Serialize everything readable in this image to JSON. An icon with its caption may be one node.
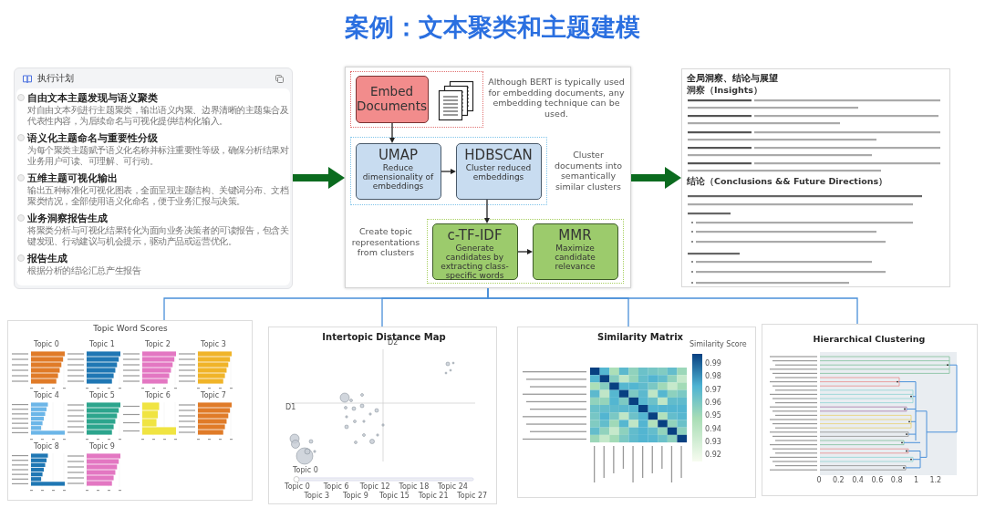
{
  "diagram": {
    "title": "案例：文本聚类和主题建模",
    "nodes": [
      {
        "text": [
          "执行计划"
        ]
      },
      {
        "text": [
          "自由文本主题发现与语义聚类",
          "对自由文本列进行主题聚类，输出语义内聚、边界清晰的主题集合及代表性内容，为后续命名与可视化提供结构化输入。"
        ],
        "in": 0
      },
      {
        "text": [
          "语义化主题命名与重要性分级",
          "为每个聚类主题赋予语义化名称并标注重要性等级，确保分析结果对业务用户可读、可理解、可行动。"
        ],
        "in": 0
      },
      {
        "text": [
          "五维主题可视化输出",
          "输出五种标准化可视化图表，全面呈现主题结构、关键词分布、文档聚类情况，全部使用语义化命名，便于业务汇报与决策。"
        ],
        "in": 0
      },
      {
        "text": [
          "业务洞察报告生成",
          "将聚类分析与可视化结果转化为面向业务决策者的可读报告，包含关键发现、行动建议与机会提示，驱动产品或运营优化。"
        ],
        "in": 0
      },
      {
        "text": [
          "报告生成",
          "根据分析的结论汇总产生报告"
        ],
        "in": 0
      },
      {
        "text": [],
        "shape": "box"
      },
      {
        "text": [],
        "shape": "box",
        "in": 6,
        "beside": [
          "Although BERT is typically used for embedding documents, any embedding technique can be used."
        ]
      },
      {
        "text": [
          "Embed Documents"
        ],
        "in": 7
      },
      {
        "text": [],
        "shape": "box",
        "in": 6,
        "beside": [
          "Cluster documents into semantically similar clusters"
        ]
      },
      {
        "text": [
          "UMAP",
          "Reduce dimensionality of embeddings"
        ],
        "in": 9
      },
      {
        "text": [
          "HDBSCAN",
          "Cluster reduced embeddings"
        ],
        "in": 9
      },
      {
        "text": [],
        "shape": "box",
        "in": 6,
        "beside": [
          "Create topic representations from clusters"
        ]
      },
      {
        "text": [
          "c-TF-IDF",
          "Generate candidates by extracting class-specific words"
        ],
        "in": 12
      },
      {
        "text": [
          "MMR",
          "Maximize candidate relevance"
        ],
        "in": 12
      },
      {
        "text": [
          "全局洞察、结论与展望",
          "洞察（Insights）",
          "结论（Conclusions && Future Directions）"
        ]
      },
      {
        "text": [
          "Topic Word Scores"
        ]
      },
      {
        "text": [
          "Intertopic Distance Map"
        ]
      },
      {
        "text": [
          "Similarity Matrix"
        ]
      },
      {
        "text": [
          "Hierarchical Clustering"
        ]
      }
    ],
    "edges": [
      {
        "from": 0,
        "to": 6,
        "arrow": "to",
        "style": "thick",
        "color": "#0b6b1f"
      },
      {
        "from": 8,
        "to": 10,
        "arrow": "to"
      },
      {
        "from": 10,
        "to": 11,
        "arrow": "to"
      },
      {
        "from": 11,
        "to": 13,
        "arrow": "to"
      },
      {
        "from": 13,
        "to": 14,
        "arrow": "to"
      },
      {
        "from": 6,
        "to": 15,
        "arrow": "to",
        "style": "thick",
        "color": "#0b6b1f"
      },
      {
        "from": 6,
        "to": 16,
        "arrow": "none",
        "color": "#4a90d9"
      },
      {
        "from": 6,
        "to": 17,
        "arrow": "none",
        "color": "#4a90d9"
      },
      {
        "from": 6,
        "to": 18,
        "arrow": "none",
        "color": "#4a90d9"
      },
      {
        "from": 6,
        "to": 19,
        "arrow": "none",
        "color": "#4a90d9"
      }
    ],
    "labels": [
      "Topic 0",
      "Topic 1",
      "Topic 2",
      "Topic 3",
      "Topic 4",
      "Topic 5",
      "Topic 6",
      "Topic 7",
      "Topic 8",
      "Topic 9",
      "D2",
      "D1",
      "Topic 0",
      "Topic 0",
      "Topic 3",
      "Topic 6",
      "Topic 9",
      "Topic 12",
      "Topic 15",
      "Topic 18",
      "Topic 21",
      "Topic 24",
      "Topic 27",
      "Similarity Score",
      "0.99",
      "0.98",
      "0.97",
      "0.96",
      "0.95",
      "0.94",
      "0.93",
      "0.92",
      "0",
      "0.2",
      "0.4",
      "0.6",
      "0.8",
      "1",
      "1.2"
    ]
  }
}
